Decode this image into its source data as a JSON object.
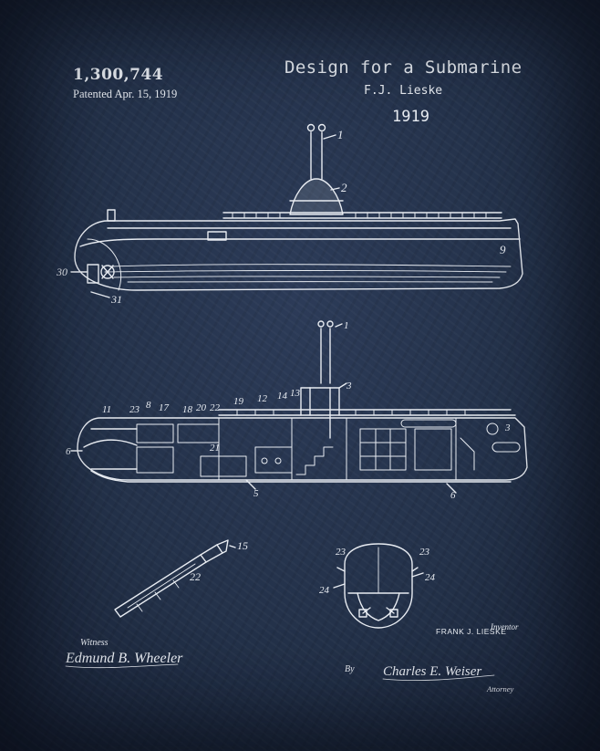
{
  "header": {
    "patent_number": "1,300,744",
    "patent_date": "Patented Apr. 15, 1919"
  },
  "title_block": {
    "title": "Design for a Submarine",
    "inventor": "F.J. Lieske",
    "year": "1919"
  },
  "callouts": {
    "side_view": [
      "1",
      "2",
      "30",
      "31",
      "9"
    ],
    "cutaway": [
      "1",
      "3",
      "11",
      "23",
      "8",
      "17",
      "18",
      "20",
      "22",
      "19",
      "12",
      "14",
      "13",
      "6",
      "5",
      "21",
      "3",
      "6"
    ],
    "detail_rod": [
      "15",
      "22"
    ],
    "cross_section": [
      "23",
      "23",
      "24",
      "24"
    ]
  },
  "footer": {
    "witness_label": "Witness",
    "witness_signature": "Edmund B. Wheeler",
    "inventor_role": "Inventor",
    "inventor_name": "FRANK J. LIESKE",
    "by_label": "By",
    "attorney_signature": "Charles E. Weiser",
    "attorney_role": "Attorney"
  },
  "colors": {
    "background": "#1f2c44",
    "ink": "#e8ecf2"
  }
}
